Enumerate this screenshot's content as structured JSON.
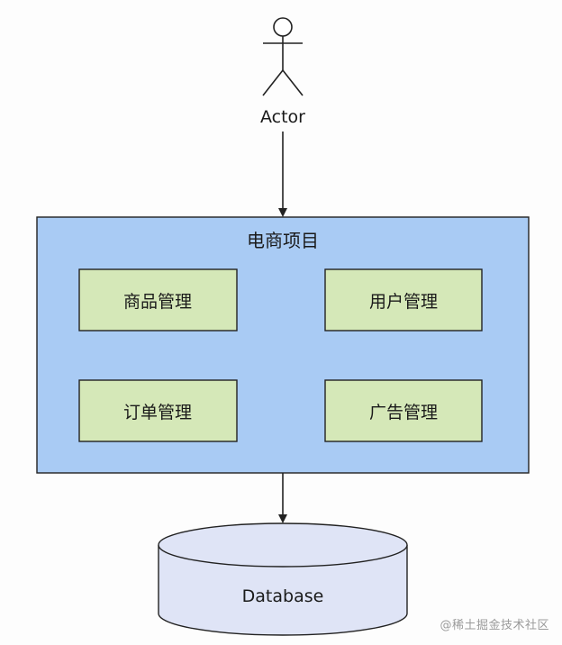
{
  "actor": {
    "label": "Actor"
  },
  "system": {
    "title": "电商项目",
    "modules": [
      "商品管理",
      "用户管理",
      "订单管理",
      "广告管理"
    ]
  },
  "database": {
    "label": "Database"
  },
  "watermark": "@稀土掘金技术社区",
  "colors": {
    "system_fill": "#a9cbf4",
    "module_fill": "#d5e8b8",
    "database_fill": "#dfe4f6",
    "stroke": "#222222"
  }
}
